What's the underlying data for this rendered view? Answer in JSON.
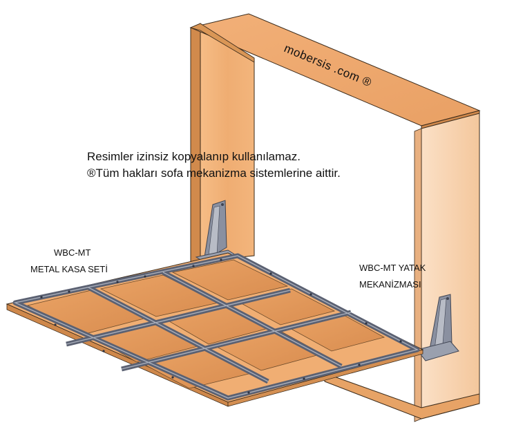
{
  "brand": "mobersis .com ®",
  "notice": {
    "line1": "Resimler izinsiz kopyalanıp kullanılamaz.",
    "line2": "®Tüm hakları sofa mekanizma sistemlerine aittir."
  },
  "labels": {
    "frame_set_model": "WBC-MT",
    "frame_set_name": "METAL KASA SETİ",
    "mechanism_model": "WBC-MT  YATAK",
    "mechanism_name": "MEKANİZMASI"
  },
  "colors": {
    "wood_light": "#f4b47a",
    "wood_mid": "#e9a064",
    "wood_dark": "#c98248",
    "metal": "#6e7587",
    "metal_dark": "#3f4452",
    "outline": "#2a2a2a"
  }
}
